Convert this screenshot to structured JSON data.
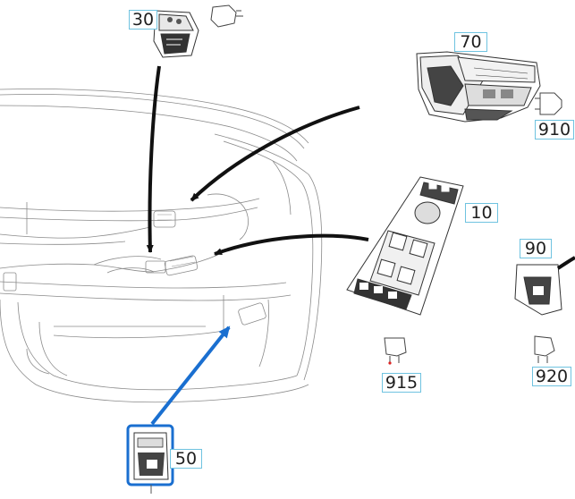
{
  "callouts": {
    "c30": "30",
    "c70": "70",
    "c910": "910",
    "c10": "10",
    "c90": "90",
    "c915": "915",
    "c920": "920",
    "c50": "50"
  },
  "colors": {
    "line": "#555555",
    "arrow": "#111111",
    "highlight": "#1a6fd0",
    "callout_border": "#6fc3e0"
  }
}
